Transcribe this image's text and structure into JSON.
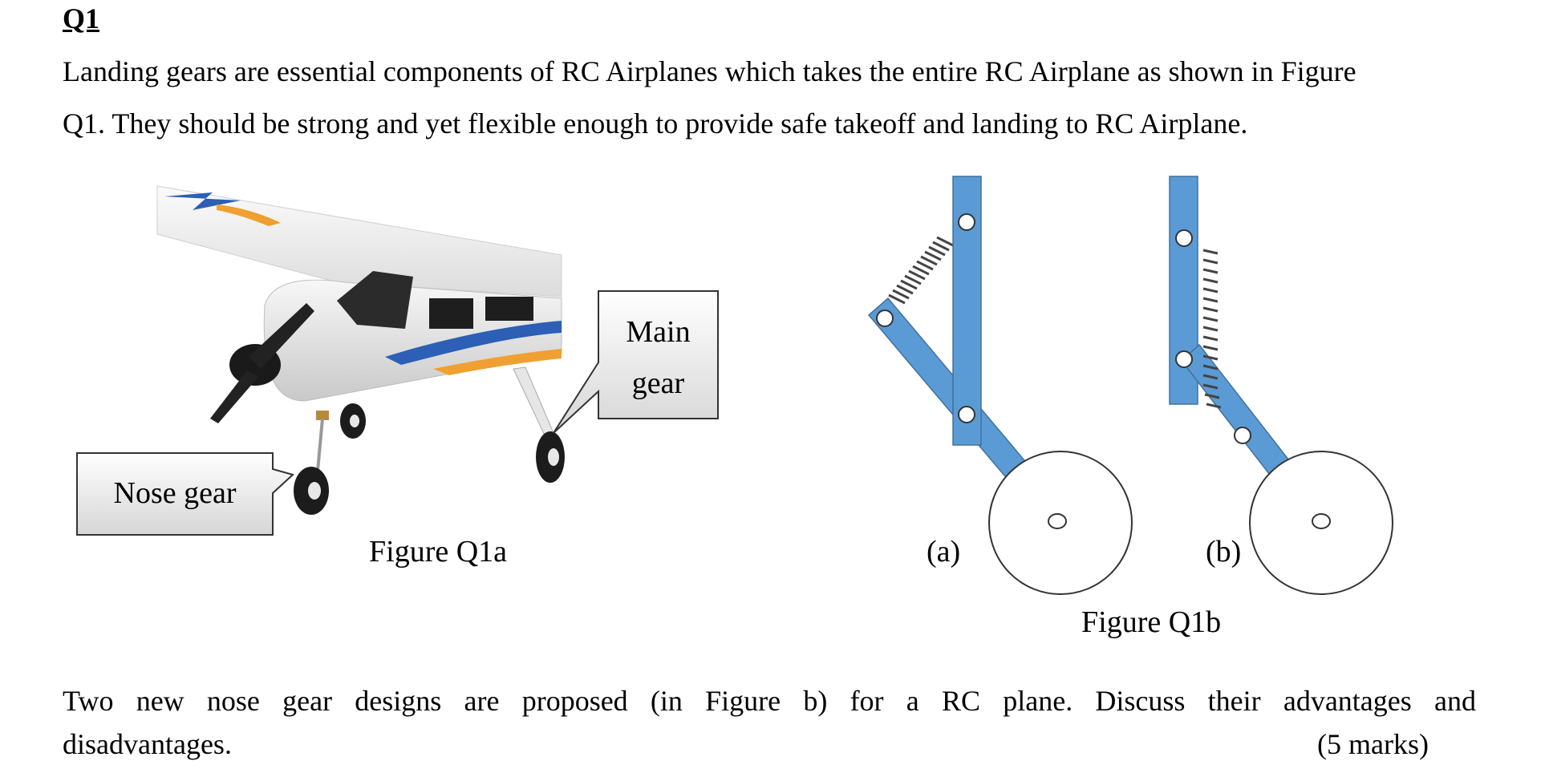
{
  "question": {
    "heading": "Q1",
    "intro_line1": "Landing gears are essential components of RC Airplanes which takes the entire RC Airplane as shown in Figure",
    "intro_line2": "Q1. They should be strong and yet flexible enough to provide safe takeoff and landing to RC Airplane.",
    "task_line1": "Two new nose gear designs are proposed (in Figure b) for a RC plane. Discuss their advantages and",
    "task_line2": "disadvantages.",
    "marks": "(5 marks)"
  },
  "figure_a": {
    "caption": "Figure Q1a",
    "callout_main_line1": "Main",
    "callout_main_line2": "gear",
    "callout_nose": "Nose gear"
  },
  "figure_b": {
    "caption": "Figure Q1b",
    "label_a": "(a)",
    "label_b": "(b)"
  },
  "colors": {
    "strut_blue": "#5b9bd5",
    "strut_edge": "#41719c",
    "plane_orange": "#f0a030",
    "plane_blue": "#2c5fb5"
  }
}
